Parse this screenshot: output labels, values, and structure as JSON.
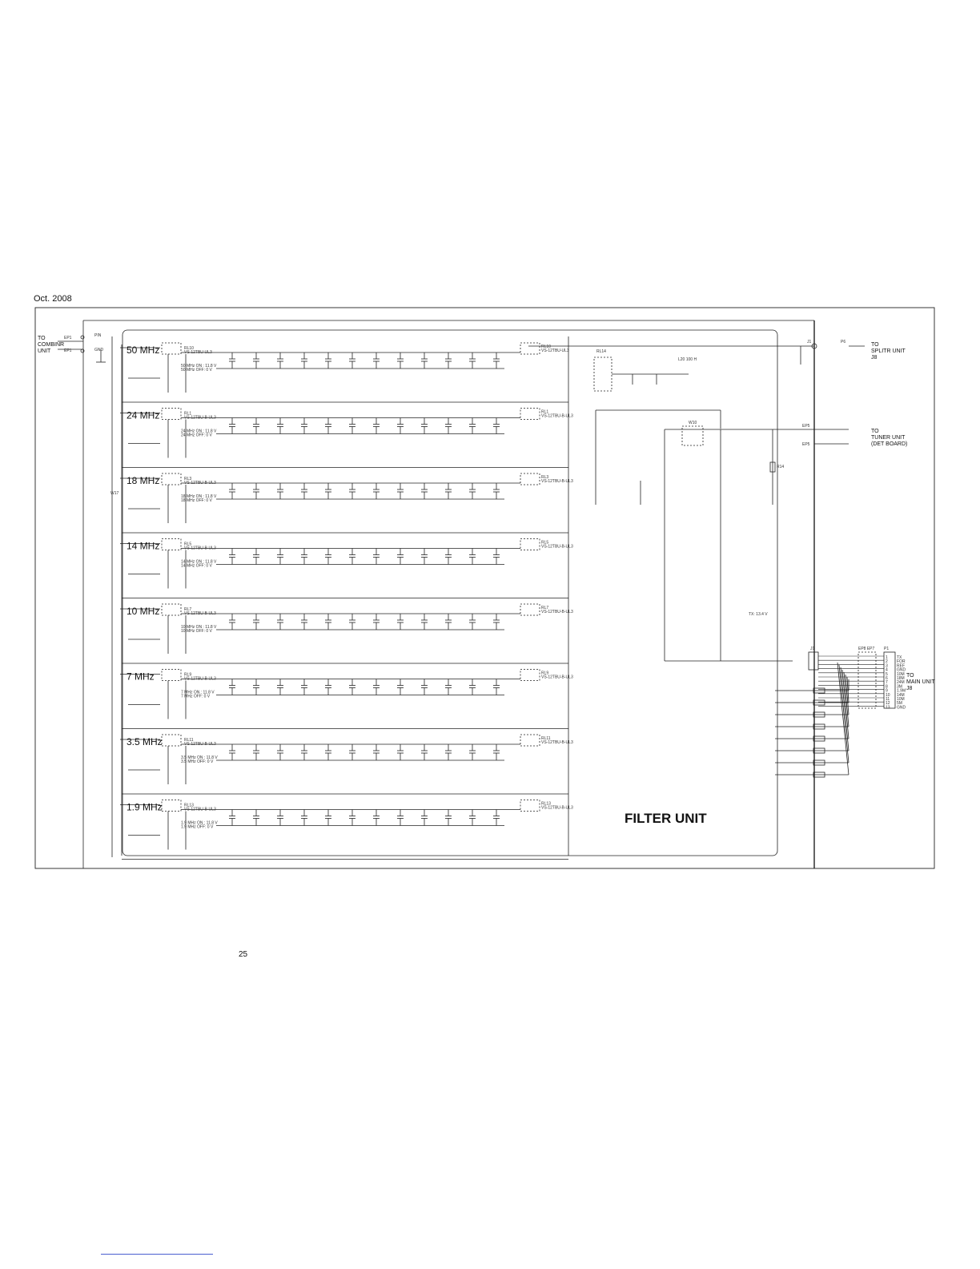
{
  "header": {
    "date": "Oct. 2008"
  },
  "page": {
    "number": "25"
  },
  "title": "FILTER UNIT",
  "connectors": {
    "left": "TO\nCOMBINR\nUNIT",
    "split": "TO\nSPLITR UNIT\nJ8",
    "tuner": "TO\nTUNER UNIT\n(DET BOARD)",
    "main": "TO\nMAIN UNIT\nJ8"
  },
  "bands": [
    {
      "label": "50 MHz",
      "relay": "RL10",
      "relay_type": "VS-12TBU-UL3",
      "note": "50 MHz ON : 11.8 V\n50 MHz OFF: 0 V"
    },
    {
      "label": "24 MHz",
      "relay": "RL1",
      "relay_type": "VS-12TBU-B-UL3",
      "note": "24 MHz ON : 11.8 V\n24 MHz OFF: 0 V"
    },
    {
      "label": "18 MHz",
      "relay": "RL3",
      "relay_type": "VS-12TBU-B-UL3",
      "note": "18 MHz ON : 11.8 V\n18 MHz OFF: 0 V"
    },
    {
      "label": "14 MHz",
      "relay": "RL5",
      "relay_type": "VS-12TBU-B-UL3",
      "note": "14 MHz ON : 11.8 V\n14 MHz OFF: 0 V"
    },
    {
      "label": "10 MHz",
      "relay": "RL7",
      "relay_type": "VS-12TBU-B-UL3",
      "note": "10 MHz ON : 11.8 V\n10 MHz OFF: 0 V"
    },
    {
      "label": "7 MHz",
      "relay": "RL9",
      "relay_type": "VS-12TBU-B-UL3",
      "note": "7 MHz ON : 11.8 V\n7 MHz OFF: 0 V"
    },
    {
      "label": "3.5 MHz",
      "relay": "RL11",
      "relay_type": "VS-12TBU-B-UL3",
      "note": "3.5 MHz ON : 11.8 V\n3.5 MHz OFF: 0 V"
    },
    {
      "label": "1.9 MHz",
      "relay": "RL13",
      "relay_type": "VS-12TBU-B-UL3",
      "note": "1.9 MHz ON : 11.8 V\n1.9 MHz OFF: 0 V"
    }
  ],
  "main_pins": [
    "TX",
    "FOR",
    "REF",
    "GND",
    "10M",
    "18M",
    "24M",
    "3M",
    "1.9M",
    "14M",
    "10M",
    "5M",
    "GND"
  ],
  "colors": {
    "wire": "#222222",
    "note": "#d6306f",
    "footline": "#4a5fd0"
  }
}
